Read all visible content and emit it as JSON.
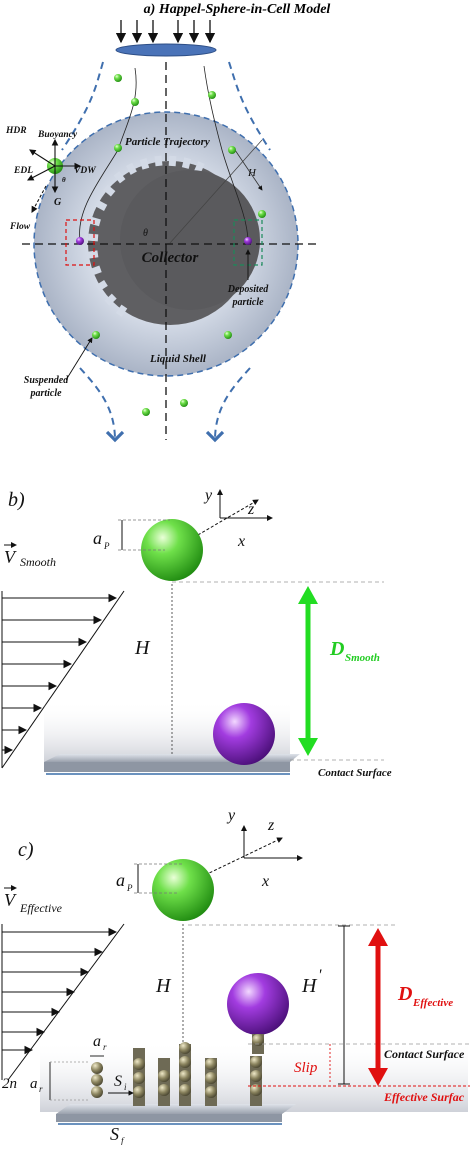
{
  "panel_a": {
    "title": "a) Happel-Sphere-in-Cell Model",
    "particle_trajectory": "Particle Trajectory",
    "collector": "Collector",
    "liquid_shell": "Liquid Shell",
    "deposited_particle_line1": "Deposited",
    "deposited_particle_line2": "particle",
    "suspended_particle_line1": "Suspended",
    "suspended_particle_line2": "particle",
    "force_hdr": "HDR",
    "force_buoyancy": "Buoyancy",
    "force_edl": "EDL",
    "force_vdw": "VDW",
    "force_g": "G",
    "flow": "Flow",
    "theta": "θ",
    "theta_small": "θ",
    "h": "H"
  },
  "panel_b": {
    "label": "b)",
    "velocity_v": "V",
    "velocity_sub": "Smooth",
    "axis_y": "y",
    "axis_z": "z",
    "axis_x": "x",
    "radius_a": "a",
    "radius_sub": "P",
    "distance_h": "H",
    "d_main": "D",
    "d_sub": "Smooth",
    "contact_surface": "Contact Surface"
  },
  "panel_c": {
    "label": "c)",
    "velocity_v": "V",
    "velocity_sub": "Effective",
    "axis_y": "y",
    "axis_z": "z",
    "axis_x": "x",
    "radius_a": "a",
    "radius_sub": "P",
    "distance_h": "H",
    "distance_h_prime": "H",
    "h_prime_mark": "'",
    "d_main": "D",
    "d_sub": "Effective",
    "slip": "Slip",
    "contact_surface": "Contact Surface",
    "effective_surface": "Effective Surfac",
    "ar_a": "a",
    "ar_sub": "r",
    "si_s": "S",
    "si_sub": "i",
    "sf_s": "S",
    "sf_sub": "f",
    "twona": "2n",
    "twona_a": "a",
    "twona_sub": "r"
  },
  "colors": {
    "green_particle": "#33cc22",
    "purple_particle": "#8a22c8",
    "shell": "#c7d0de",
    "collector": "#5d5d5f",
    "dashed_blue": "#3f6fae",
    "d_smooth_arrow": "#22dd22",
    "d_effective_arrow": "#e01010"
  }
}
